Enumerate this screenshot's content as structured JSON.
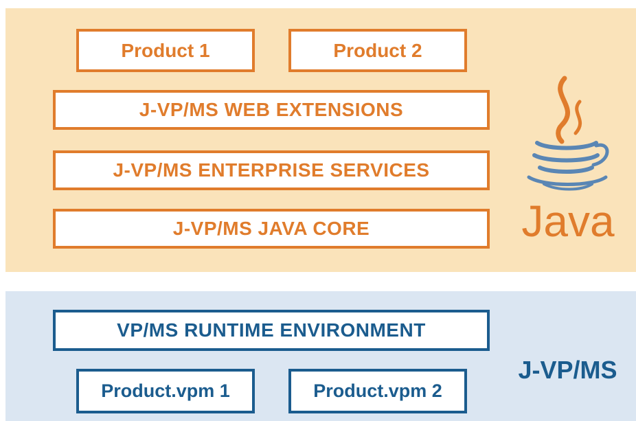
{
  "java_layer": {
    "products": [
      "Product 1",
      "Product 2"
    ],
    "web_extensions": "J-VP/MS WEB EXTENSIONS",
    "enterprise_services": "J-VP/MS ENTERPRISE SERVICES",
    "java_core": "J-VP/MS JAVA CORE",
    "logo_text": "Java"
  },
  "vpms_layer": {
    "runtime": "VP/MS RUNTIME ENVIRONMENT",
    "vpm_products": [
      "Product.vpm 1",
      "Product.vpm 2"
    ],
    "label": "J-VP/MS"
  },
  "colors": {
    "java_panel_bg": "#fae3ba",
    "vpms_panel_bg": "#dbe6f2",
    "orange_accent": "#e07c2c",
    "java_blue": "#5a86b4",
    "vpms_blue": "#1b5c8e"
  }
}
